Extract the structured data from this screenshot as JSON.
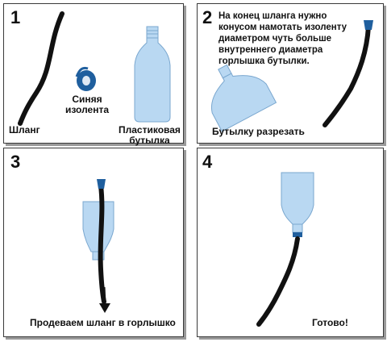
{
  "panels": [
    {
      "number": "1",
      "labels": {
        "hose": "Шланг",
        "tape": "Синяя\nизолента",
        "bottle": "Пластиковая\nбутылка"
      }
    },
    {
      "number": "2",
      "text": "На конец шланга нужно\nконусом намотать изоленту\nдиаметром чуть больше\nвнутреннего диаметра\nгорлышка бутылки.",
      "caption": "Бутылку разрезать"
    },
    {
      "number": "3",
      "caption": "Продеваем шланг в горлышко"
    },
    {
      "number": "4",
      "caption": "Готово!"
    }
  ],
  "colors": {
    "hose": "#111111",
    "tape": "#1f5f9e",
    "bottle_fill": "#b9d8f2",
    "bottle_stroke": "#7aa7cf",
    "shadow": "#9a9a9a"
  }
}
